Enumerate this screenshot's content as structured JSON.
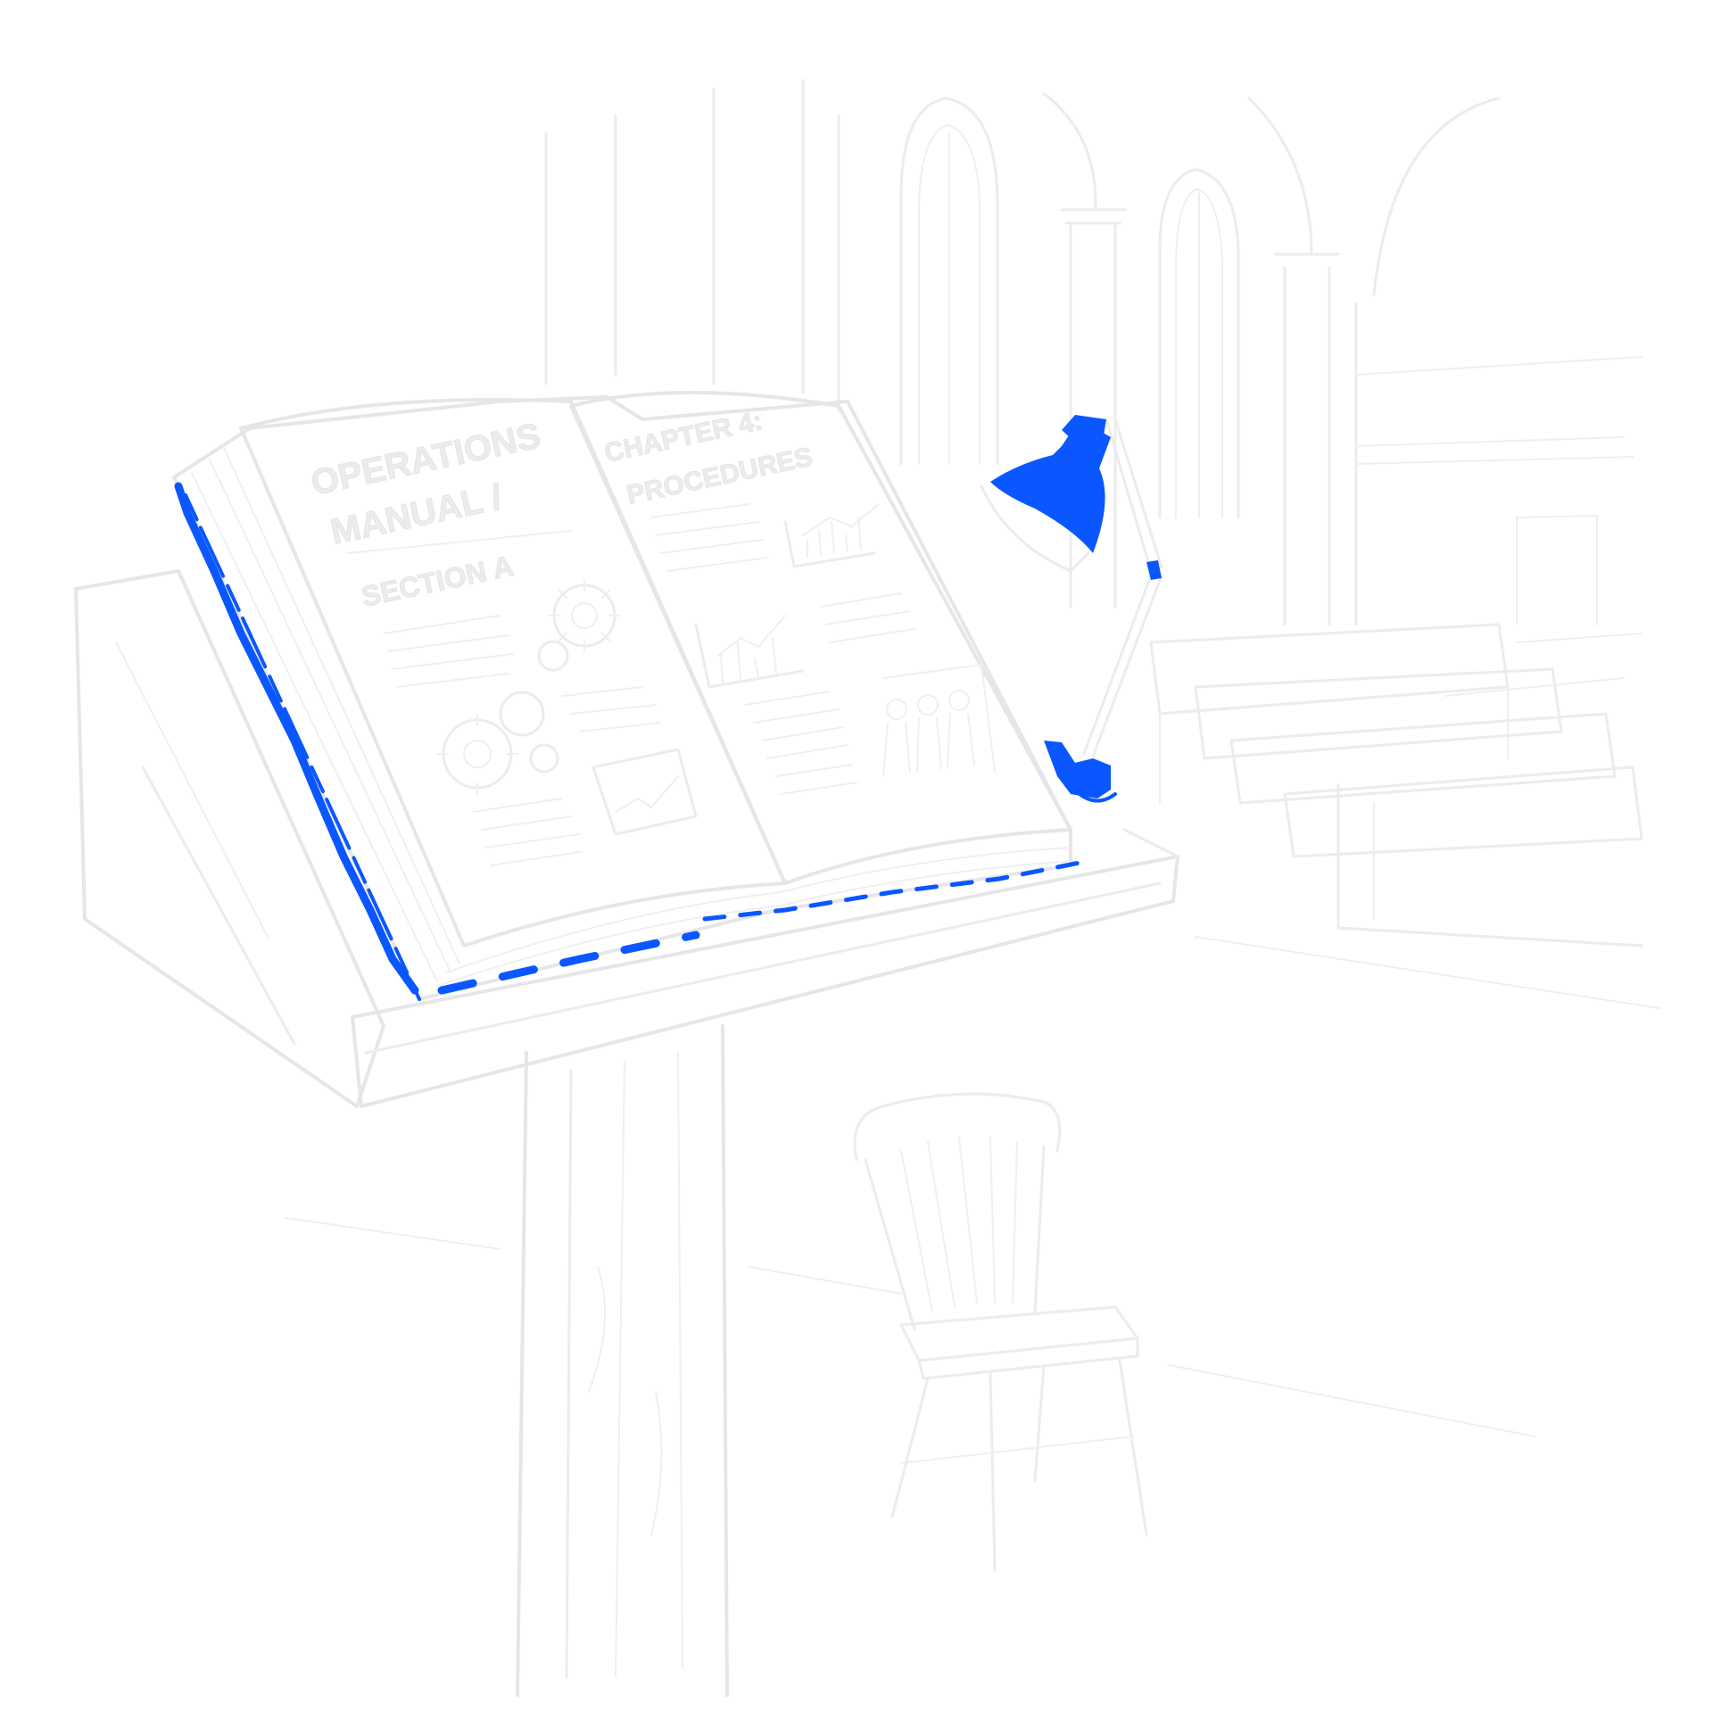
{
  "book": {
    "left_page_title_line1": "OPERATIONS",
    "left_page_title_line2": "MANUAL /",
    "left_page_section": "SECTION A",
    "right_page_title_line1": "CHAPTER 4:",
    "right_page_title_line2": "PROCEDURES"
  },
  "accent_color": "#0a57ff",
  "sketch_color": "#ececef",
  "icons": {
    "gear": "gear-icon",
    "bar_chart": "bar-chart-icon",
    "line_chart": "line-chart-icon",
    "people": "people-icon"
  }
}
